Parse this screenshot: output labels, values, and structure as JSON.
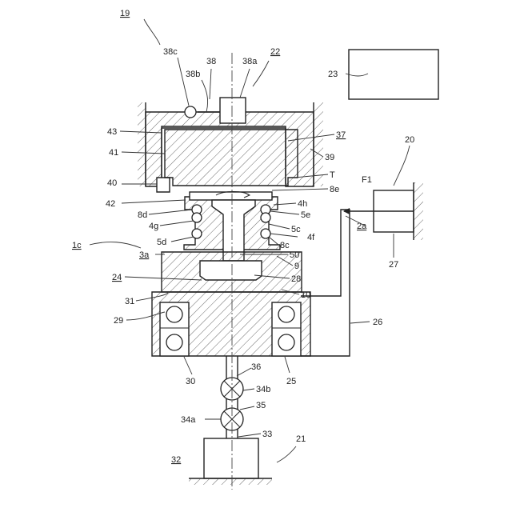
{
  "labels": {
    "l19": "19",
    "l38c": "38c",
    "l38": "38",
    "l38a": "38a",
    "l22": "22",
    "l23": "23",
    "l38b": "38b",
    "l43": "43",
    "l37": "37",
    "l41": "41",
    "l39": "39",
    "l20": "20",
    "l40": "40",
    "lT": "T",
    "lF1": "F1",
    "l8e": "8e",
    "l42": "42",
    "l4h": "4h",
    "l8d": "8d",
    "l5e": "5e",
    "l4g": "4g",
    "l2a": "2a",
    "l5c": "5c",
    "l4f": "4f",
    "l1c": "1c",
    "l5d": "5d",
    "l8c": "8c",
    "l3a": "3a",
    "l50": "50",
    "l27": "27",
    "l9": "9",
    "l24": "24",
    "l28": "28",
    "l31": "31",
    "l10": "10",
    "l29": "29",
    "l26": "26",
    "l30": "30",
    "l36": "36",
    "l25": "25",
    "l34b": "34b",
    "l35": "35",
    "l34a": "34a",
    "l33": "33",
    "l21": "21",
    "l32": "32"
  }
}
